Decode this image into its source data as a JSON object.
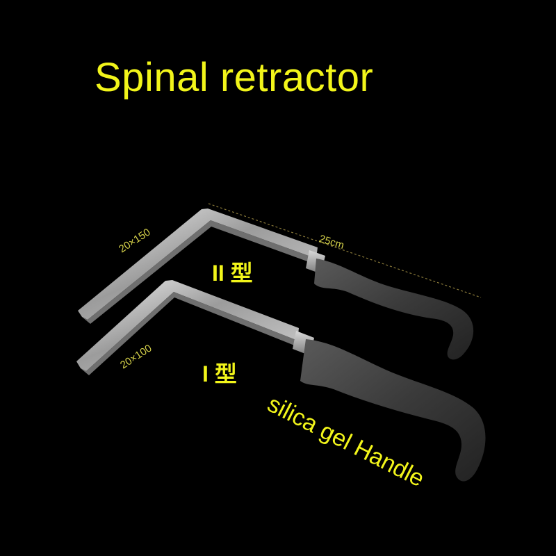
{
  "title": "Spinal retractor",
  "labels": {
    "size_type2": "20×150",
    "size_type1": "20×100",
    "length": "25cm",
    "type2": "II 型",
    "type1": "I 型",
    "handle_note": "silica gel Handle"
  },
  "colors": {
    "background": "#000000",
    "text_accent": "#f2f51a",
    "dimension_text": "#d6d24a"
  }
}
